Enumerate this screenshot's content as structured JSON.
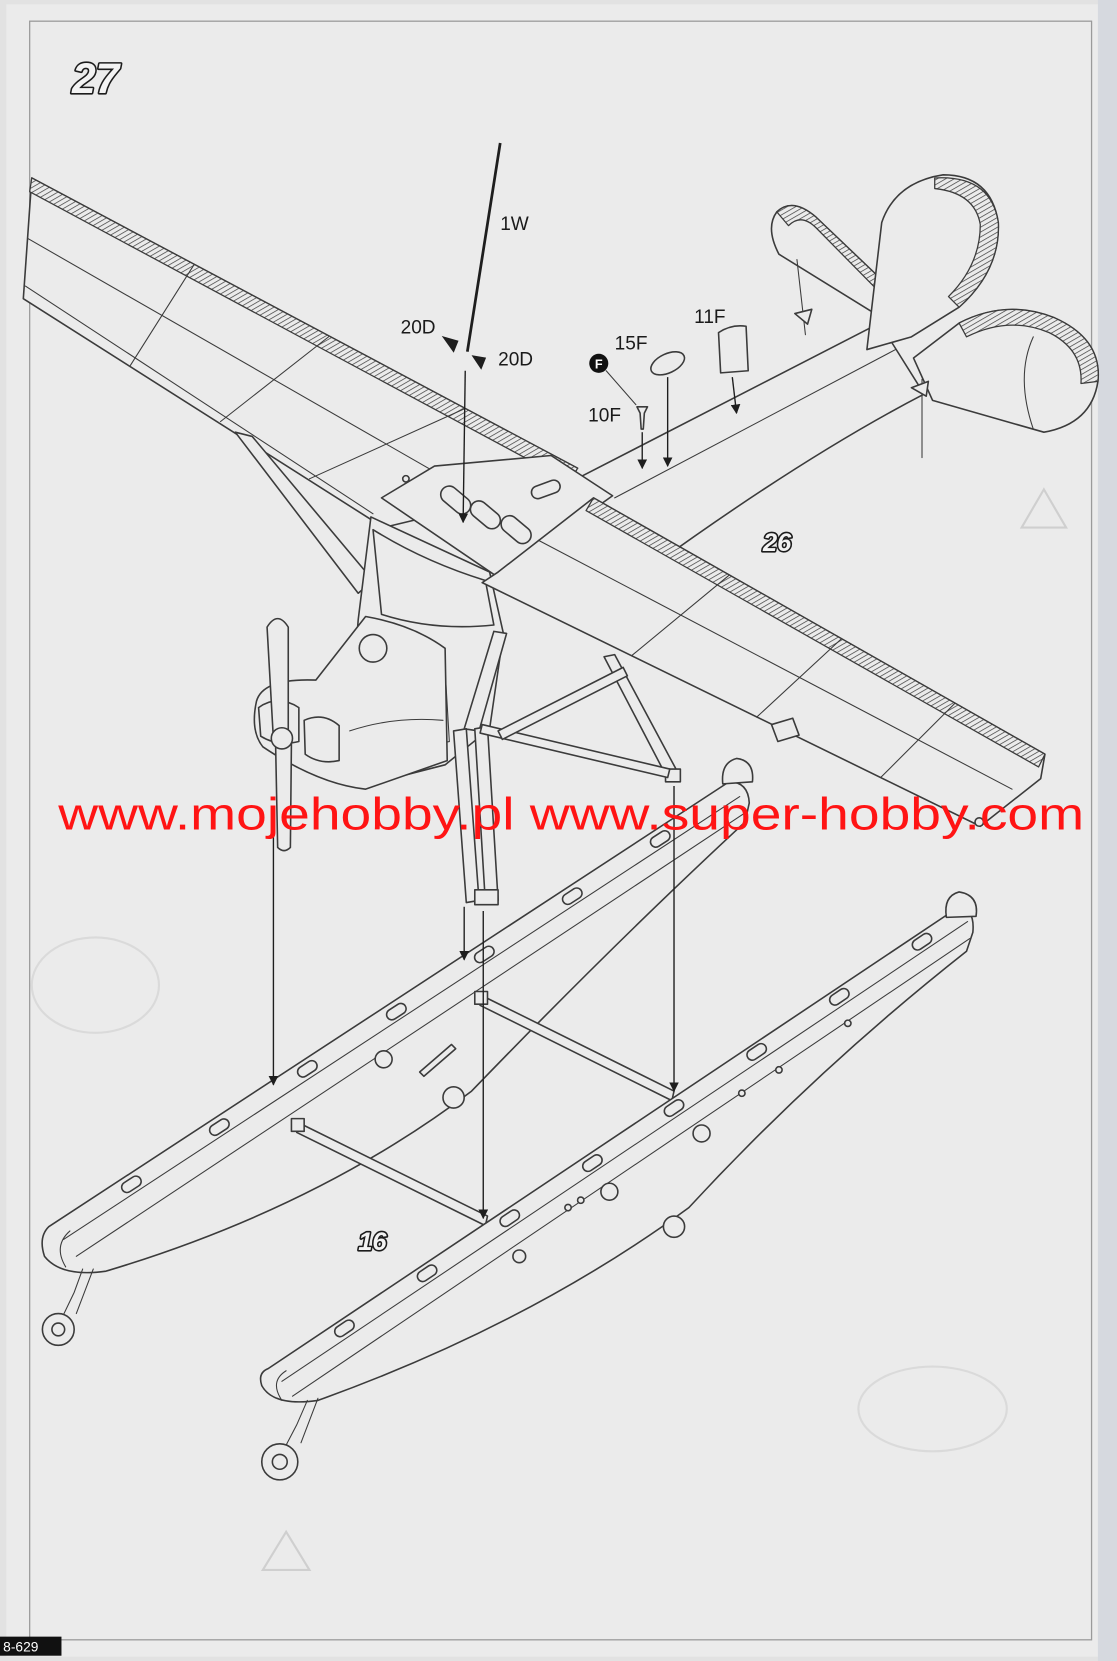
{
  "step": {
    "number": "27"
  },
  "labels": {
    "part_1w": "1W",
    "part_20d_a": "20D",
    "part_20d_b": "20D",
    "part_15f": "15F",
    "part_11f": "11F",
    "part_10f": "10F",
    "sprue_f": "F",
    "step_ref_26": "26",
    "step_ref_16": "16"
  },
  "watermark": {
    "text": "www.mojehobby.pl www.super-hobby.com"
  },
  "footer": {
    "page_code": "8-629"
  },
  "colors": {
    "line": "#3b3b3b",
    "paper": "#ebebeb",
    "hatch": "#444444",
    "watermark": "#ff1414"
  }
}
